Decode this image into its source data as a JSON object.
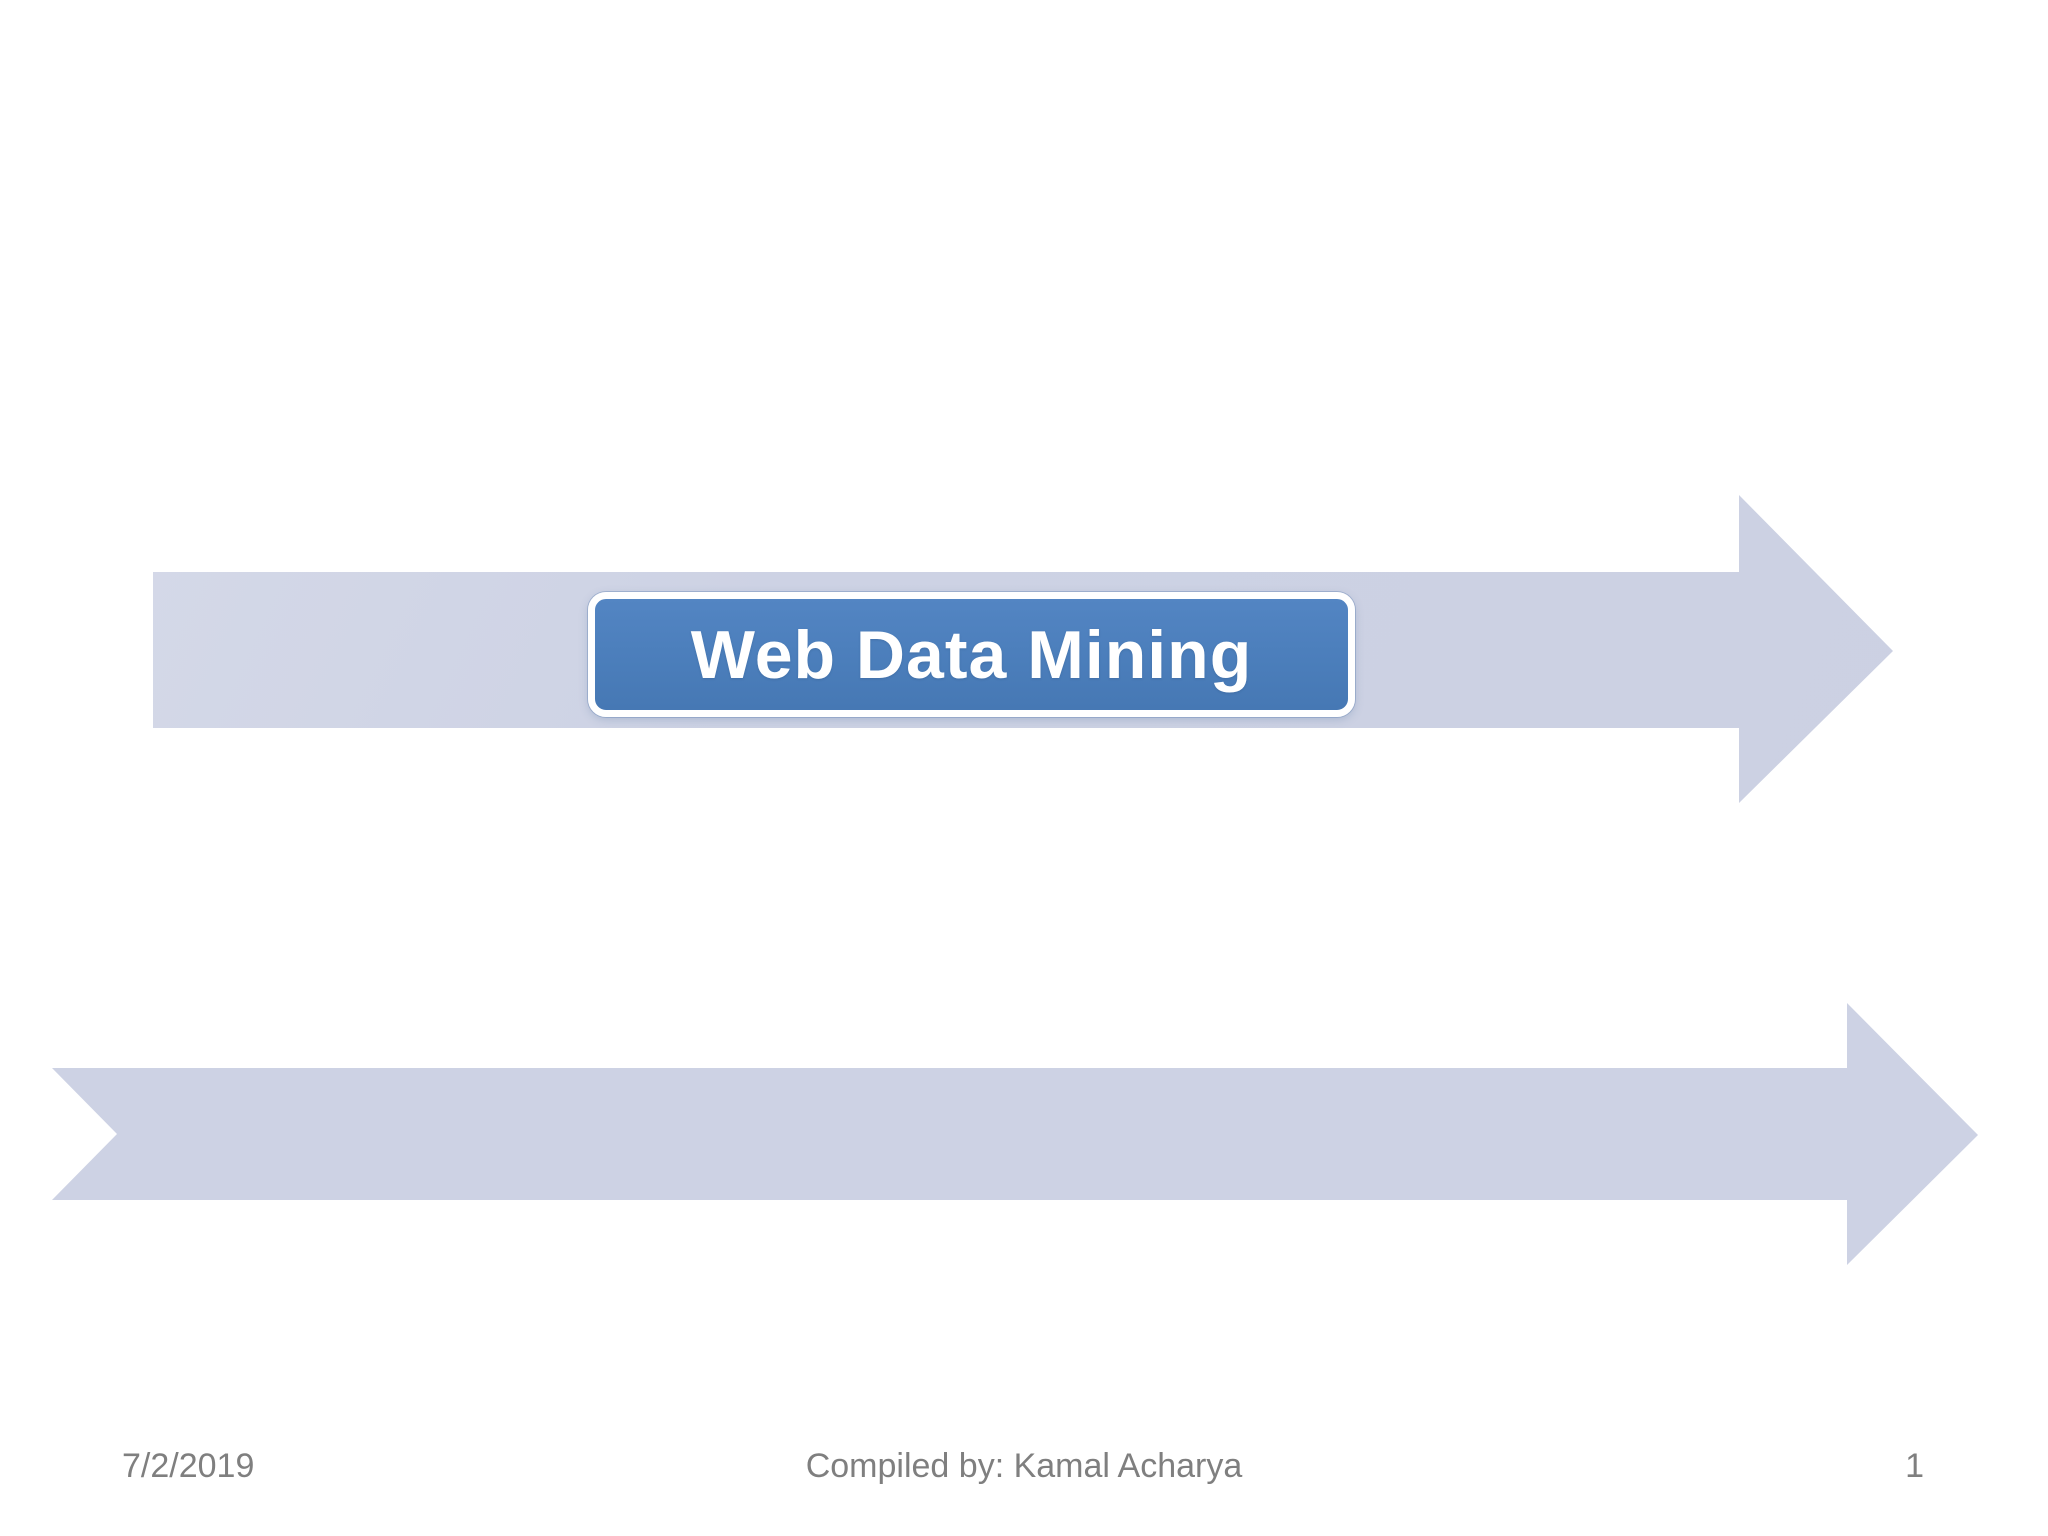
{
  "slide": {
    "title_banner": {
      "label": "Web Data Mining",
      "shape": "right-arrow-banner"
    },
    "bottom_banner": {
      "shape": "right-arrow-banner-notched-tail",
      "label": ""
    },
    "footer": {
      "date": "7/2/2019",
      "credit": "Compiled by: Kamal Acharya",
      "page_number": "1"
    },
    "colors": {
      "accent_blue": "#4b7ebb",
      "arrow_lavender": "#cdd2e4",
      "title_text_white": "#ffffff",
      "footer_gray": "#7f7f7f",
      "background": "#ffffff"
    }
  }
}
